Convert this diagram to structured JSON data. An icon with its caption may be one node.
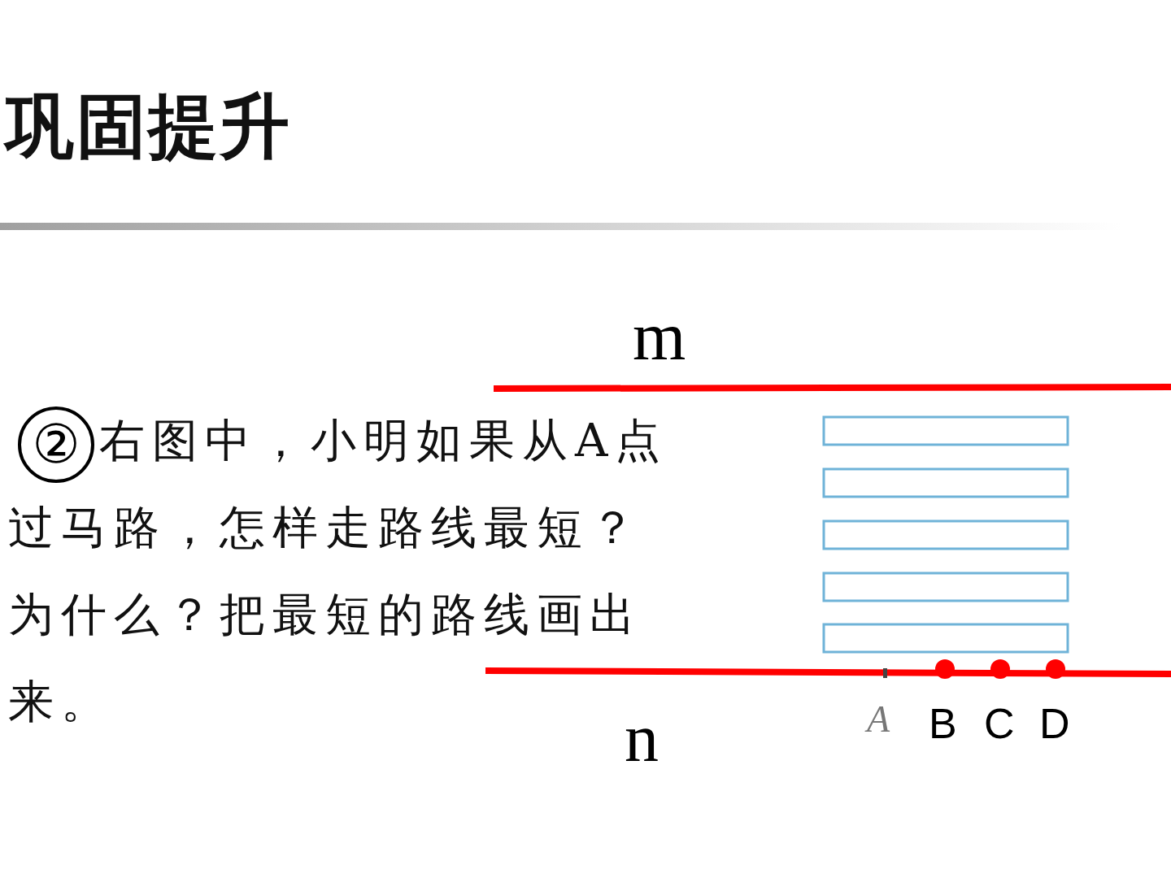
{
  "diagram": {
    "title": "巩固提升",
    "labels": [
      "②",
      "右图中，小明如果从A点过马路，怎样走路线最短？为什么？把最短的路线画出来。",
      "m",
      "n",
      "A",
      "B",
      "C",
      "D"
    ]
  }
}
